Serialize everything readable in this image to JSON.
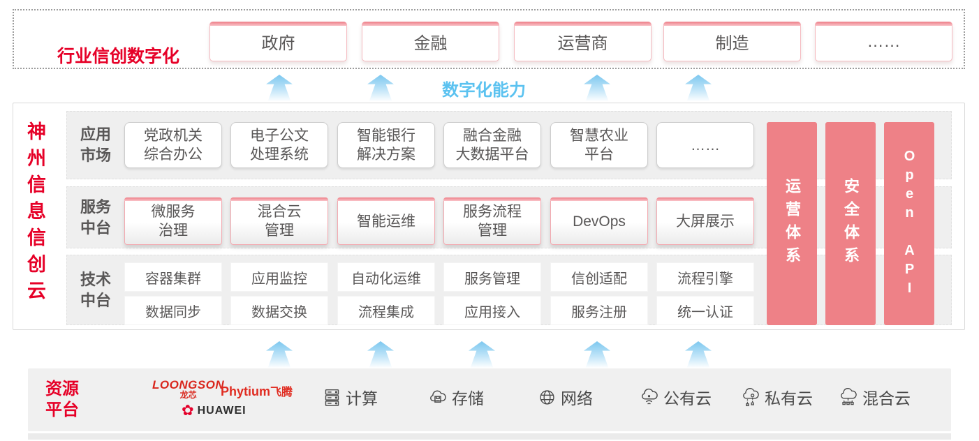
{
  "colors": {
    "accent_red": "#e60027",
    "bar_pink": "#ee8187",
    "capability_blue": "#5bc2f0",
    "text_gray": "#595757"
  },
  "top_banner": {
    "label": "行业信创数字化",
    "industries": [
      "政府",
      "金融",
      "运营商",
      "制造",
      "……"
    ]
  },
  "capability": {
    "label": "数字化能力"
  },
  "platform": {
    "title": "神州信息信创云",
    "app_row": {
      "label": "应用市场",
      "items": [
        "党政机关\n综合办公",
        "电子公文\n处理系统",
        "智能银行\n解决方案",
        "融合金融\n大数据平台",
        "智慧农业\n平台",
        "……"
      ]
    },
    "service_row": {
      "label": "服务中台",
      "items": [
        "微服务\n治理",
        "混合云\n管理",
        "智能运维",
        "服务流程\n管理",
        "DevOps",
        "大屏展示"
      ]
    },
    "tech_row": {
      "label": "技术中台",
      "items_top": [
        "容器集群",
        "应用监控",
        "自动化运维",
        "服务管理",
        "信创适配",
        "流程引擎"
      ],
      "items_bottom": [
        "数据同步",
        "数据交换",
        "流程集成",
        "应用接入",
        "服务注册",
        "统一认证"
      ]
    },
    "side_bars": [
      "运营体系",
      "安全体系",
      "Open API"
    ]
  },
  "resource_platform": {
    "label": "资源平台",
    "vendors": {
      "loongson_en": "LOONGSON",
      "loongson_cn": "龙芯",
      "phytium_en": "Phytium",
      "phytium_cn": "飞腾",
      "huawei": "HUAWEI",
      "huawei_flower": "✿"
    },
    "items": [
      {
        "label": "计算",
        "icon": "compute-server-icon"
      },
      {
        "label": "存储",
        "icon": "storage-cloud-icon"
      },
      {
        "label": "网络",
        "icon": "network-globe-icon"
      },
      {
        "label": "公有云",
        "icon": "public-cloud-icon"
      },
      {
        "label": "私有云",
        "icon": "private-cloud-icon"
      },
      {
        "label": "混合云",
        "icon": "hybrid-cloud-icon"
      }
    ]
  }
}
